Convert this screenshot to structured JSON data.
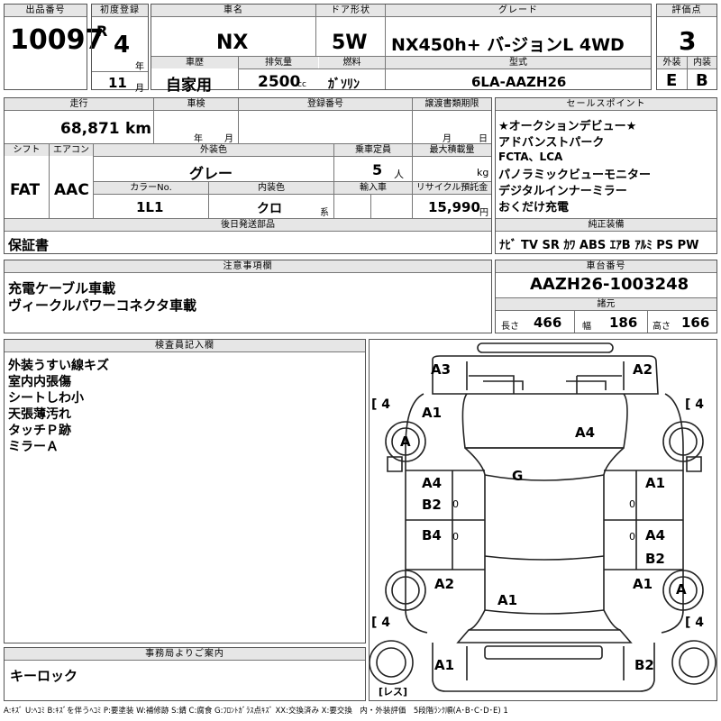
{
  "header": {
    "lot_label": "出品番号",
    "lot_no": "10097",
    "first_reg_label": "初度登録",
    "era": "R",
    "year_num": "4",
    "year_unit": "年",
    "month_num": "11",
    "month_unit": "月",
    "car_name_label": "車名",
    "car_name": "NX",
    "door_label": "ドア形状",
    "door": "5W",
    "grade_label": "グレード",
    "grade": "NX450h+ バ-ジョンL 4WD",
    "score_label": "評価点",
    "score": "3",
    "history_label": "車歴",
    "history": "自家用",
    "displacement_label": "排気量",
    "displacement": "2500",
    "displacement_unit": "cc",
    "fuel_label": "燃料",
    "fuel": "ｶﾞｿﾘﾝ",
    "model_label": "型式",
    "model": "6LA-AAZH26",
    "exterior_label": "外装",
    "exterior": "E",
    "interior_label": "内装",
    "interior": "B"
  },
  "row2": {
    "mileage_label": "走行",
    "mileage": "68,871",
    "mileage_unit": "km",
    "inspection_label": "車検",
    "insp_year": "年",
    "insp_month": "月",
    "regno_label": "登録番号",
    "transfer_label": "譲渡書類期限",
    "transfer_month": "月",
    "transfer_day": "日",
    "shift_label": "シフト",
    "shift": "FAT",
    "ac_label": "エアコン",
    "ac": "AAC",
    "color_label": "外装色",
    "color": "グレー",
    "capacity_label": "乗車定員",
    "capacity": "5",
    "capacity_unit": "人",
    "maxload_label": "最大積載量",
    "maxload_unit": "kg",
    "colorno_label": "カラーNo.",
    "colorno": "1L1",
    "intcolor_label": "内装色",
    "intcolor": "クロ",
    "intcolor_unit": "系",
    "import_label": "輸入車",
    "recycle_label": "リサイクル預託金",
    "recycle": "15,990",
    "recycle_unit": "円",
    "later_label": "後日発送部品",
    "later": "保証書"
  },
  "sales_points": {
    "label": "セールスポイント",
    "lines": [
      "★オークションデビュー★",
      "アドバンストパーク",
      "FCTA、LCA",
      "パノラミックビューモニター",
      "デジタルインナーミラー",
      "おくだけ充電"
    ]
  },
  "equipment": {
    "label": "純正装備",
    "items": "ﾅﾋﾞ TV SR ｶﾜ ABS ｴｱB ｱﾙﾐ PS PW"
  },
  "notes": {
    "label": "注意事項欄",
    "lines": [
      "充電ケーブル車載",
      "ヴィークルパワーコネクタ車載"
    ]
  },
  "chassis": {
    "label": "車台番号",
    "number": "AAZH26-1003248",
    "spec_label": "諸元",
    "length_label": "長さ",
    "length": "466",
    "width_label": "幅",
    "width": "186",
    "height_label": "高さ",
    "height": "166"
  },
  "inspector": {
    "label": "検査員記入欄",
    "lines": [
      "外装うすい線キズ",
      "室内内張傷",
      "シートしわ小",
      "天張薄汚れ",
      "タッチＰ跡",
      "ミラーＡ"
    ]
  },
  "office": {
    "label": "事務局よりご案内",
    "text": "キーロック"
  },
  "diagram": {
    "marks": {
      "a3": "A3",
      "a2_top": "A2",
      "a1_fl": "A1",
      "a_fl_wheel": "A",
      "a4_hood": "A4",
      "a4_fl_door": "A4",
      "b2_fl_door": "B2",
      "b4_rl_door": "B4",
      "a2_rl": "A2",
      "a1_roof": "A1",
      "g": "G",
      "a1_fr_door": "A1",
      "a4_rr_door": "A4",
      "b2_rr_door": "B2",
      "a1_rr": "A1",
      "a_rr_wheel": "A",
      "a1_rear": "A1",
      "b2_rear": "B2"
    },
    "tire_fl": "4",
    "tire_fr": "4",
    "tire_rl": "4",
    "tire_rr": "4",
    "zero1": "0",
    "zero2": "0",
    "zero3": "0",
    "zero4": "0",
    "spare": "レス"
  },
  "legend": "A:ｷｽﾞ U:ﾍｺﾐ B:ｷｽﾞを伴うﾍｺﾐ P:要塗装 W:補修跡 S:錆 C:腐食 G:ﾌﾛﾝﾄｶﾞﾗｽ点ｷｽﾞ XX:交換済み X:要交換　内・外装評価　5段階ﾗﾝｸ順(A･B･C･D･E) 1"
}
